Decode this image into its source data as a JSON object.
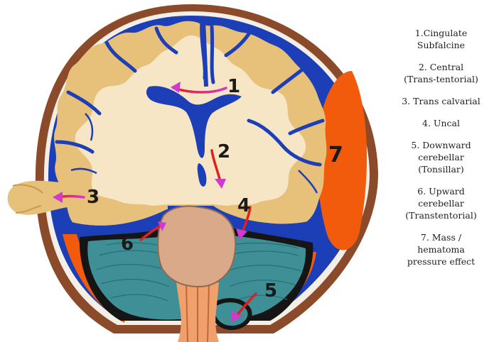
{
  "diagram": {
    "labels": [
      "1",
      "2",
      "3",
      "4",
      "5",
      "6",
      "7"
    ]
  },
  "legend": [
    "1.Cingulate\nSubfalcine",
    "2. Central\n(Trans-tentorial)",
    "3. Trans calvarial",
    "4. Uncal",
    "5. Downward\ncerebellar\n(Tonsillar)",
    "6. Upward\ncerebellar\n(Transtentorial)",
    "7. Mass /\nhematoma\npressure effect"
  ],
  "colors": {
    "skull": "#8b4a2a",
    "csf": "#1c3fb8",
    "gray_matter": "#e7c07a",
    "white_matter": "#f6e6c6",
    "hematoma": "#f25a0c",
    "cerebellum": "#3f8f96",
    "brainstem": "#d9a98a",
    "arrow_red": "#e0201c",
    "arrow_magenta": "#d13ad0"
  }
}
